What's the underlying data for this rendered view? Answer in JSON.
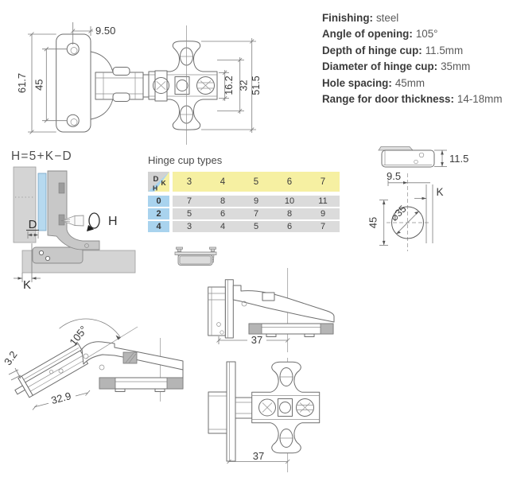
{
  "specs": {
    "items": [
      {
        "label": "Finishing:",
        "value": "steel"
      },
      {
        "label": "Angle of opening:",
        "value": "105°"
      },
      {
        "label": "Depth of hinge cup:",
        "value": "11.5mm"
      },
      {
        "label": "Diameter of hinge cup:",
        "value": "35mm"
      },
      {
        "label": "Hole spacing:",
        "value": "45mm"
      },
      {
        "label": "Range for door thickness:",
        "value": "14-18mm"
      }
    ]
  },
  "formula": {
    "text": "H=5+K−D"
  },
  "table": {
    "title": "Hinge cup types",
    "corner": {
      "d": "D",
      "k": "K",
      "h": "H"
    },
    "k_values": [
      "3",
      "4",
      "5",
      "6",
      "7"
    ],
    "rows": [
      {
        "label": "0",
        "values": [
          "7",
          "8",
          "9",
          "10",
          "11"
        ]
      },
      {
        "label": "2",
        "values": [
          "5",
          "6",
          "7",
          "8",
          "9"
        ]
      },
      {
        "label": "4",
        "values": [
          "3",
          "4",
          "5",
          "6",
          "7"
        ]
      }
    ]
  },
  "dims": {
    "front_cup_offset": "9.50",
    "front_height": "61.7",
    "front_hole_spacing": "45",
    "plate_inner": "16.2",
    "plate_mid": "32",
    "plate_outer": "51.5",
    "cup_depth": "11.5",
    "drill_offset": "9.5",
    "drill_spacing": "45",
    "drill_diameter": "⌀35",
    "k_label": "K",
    "closed_length": "37",
    "open_angle": "105°",
    "open_lip": "3.2",
    "open_depth": "32.9",
    "plate_length": "37",
    "section_d": "D",
    "section_h": "H",
    "section_k": "K"
  },
  "colors": {
    "table_yellow": "#f6f0a2",
    "table_blue": "#a9d3ee",
    "table_gray": "#dbdbdb",
    "section_blue": "#b6d9ef",
    "section_metal": "#c8c8c8",
    "line": "#6e6e6e"
  }
}
